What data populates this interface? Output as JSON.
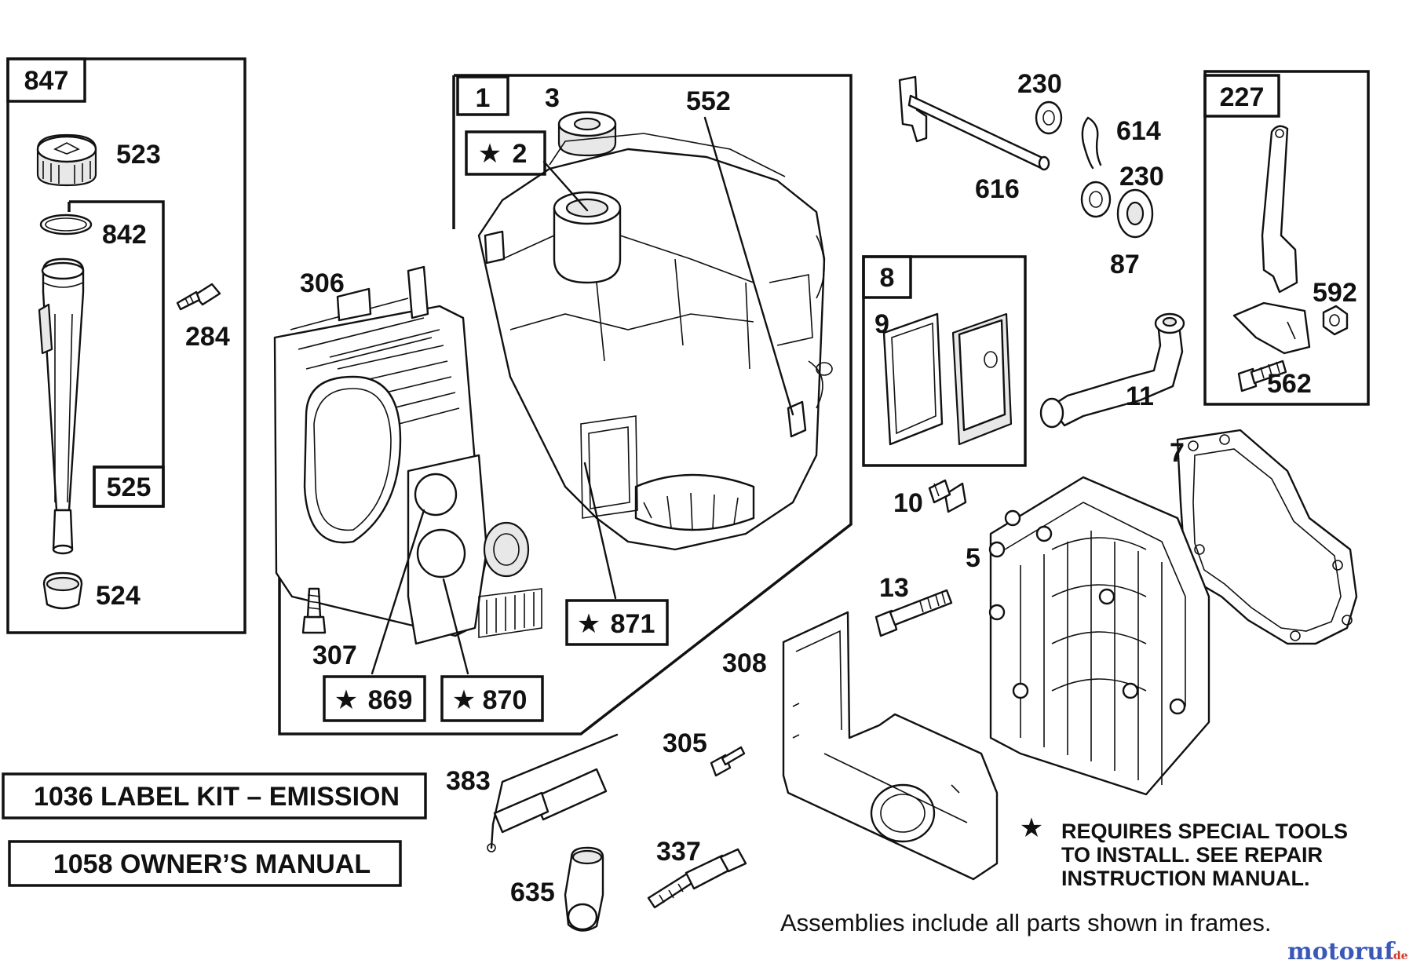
{
  "frames": {
    "oil_fill": "847",
    "tube_assembly": "525",
    "cylinder_assembly": "1",
    "breather": "8",
    "governor_lever": "227"
  },
  "star_labels": {
    "seal": "2",
    "gasket_871": "871",
    "plug_869": "869",
    "plug_870": "870"
  },
  "callouts": {
    "p523": "523",
    "p842": "842",
    "p284": "284",
    "p524": "524",
    "p3": "3",
    "p552": "552",
    "p306": "306",
    "p307": "307",
    "p230a": "230",
    "p614": "614",
    "p616": "616",
    "p230b": "230",
    "p87": "87",
    "p9": "9",
    "p11": "11",
    "p592": "592",
    "p562": "562",
    "p7": "7",
    "p10": "10",
    "p5": "5",
    "p13": "13",
    "p308": "308",
    "p305": "305",
    "p383": "383",
    "p337": "337",
    "p635": "635"
  },
  "kits": {
    "label_kit": "1036 LABEL KIT – EMISSION",
    "owners_manual": "1058 OWNER’S MANUAL"
  },
  "star_symbol": "★",
  "notes": {
    "special_tools_1": "REQUIRES SPECIAL TOOLS",
    "special_tools_2": "TO INSTALL.  SEE REPAIR",
    "special_tools_3": "INSTRUCTION MANUAL.",
    "assemblies": "Assemblies include all parts shown in frames."
  },
  "watermark": {
    "main": "motoruf",
    "suffix": ".de"
  },
  "colors": {
    "ink": "#111111",
    "watermark_blue": "#3a58b8",
    "watermark_red": "#d23a2a"
  }
}
